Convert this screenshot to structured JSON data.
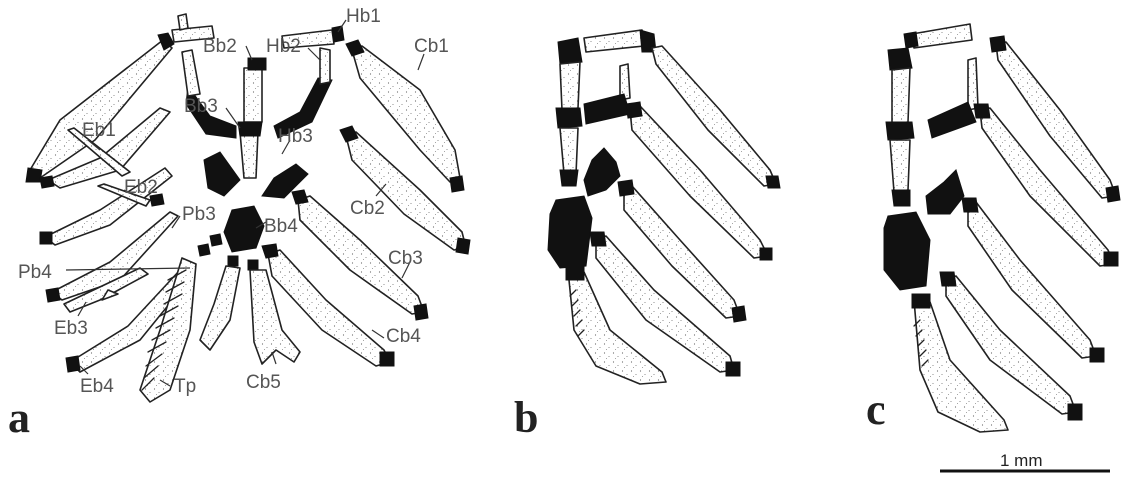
{
  "panels": {
    "a": {
      "letter": "a",
      "labels": {
        "hb1": "Hb1",
        "bb2": "Bb2",
        "hb2": "Hb2",
        "cb1": "Cb1",
        "eb1": "Eb1",
        "bb3": "Bb3",
        "hb3": "Hb3",
        "eb2": "Eb2",
        "cb2": "Cb2",
        "pb3": "Pb3",
        "bb4": "Bb4",
        "pb4": "Pb4",
        "cb3": "Cb3",
        "eb3": "Eb3",
        "cb4": "Cb4",
        "eb4": "Eb4",
        "tp": "Tp",
        "cb5": "Cb5"
      }
    },
    "b": {
      "letter": "b"
    },
    "c": {
      "letter": "c"
    }
  },
  "scale_bar": {
    "label": "1 mm"
  },
  "colors": {
    "bone_stroke": "#222222",
    "cartilage": "#111111",
    "label_text": "#555555"
  }
}
